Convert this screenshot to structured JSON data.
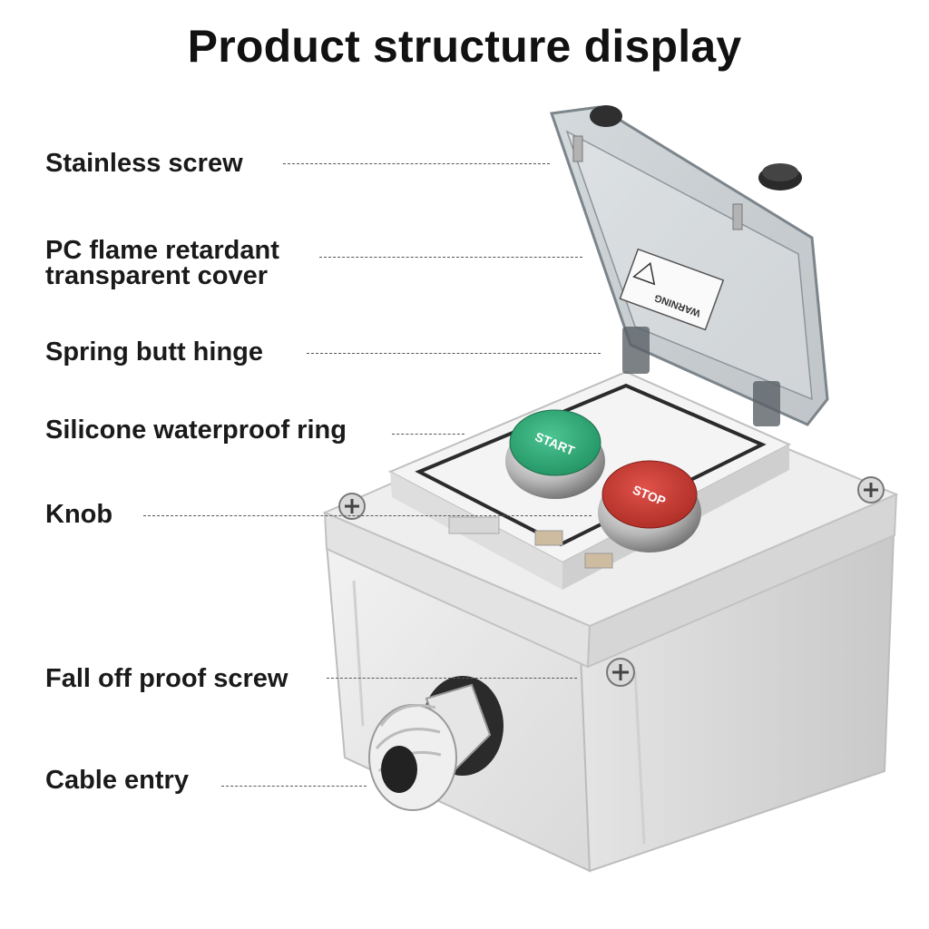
{
  "title": "Product structure display",
  "labels": [
    {
      "lines": [
        "Stainless screw"
      ]
    },
    {
      "lines": [
        "PC flame retardant",
        "transparent cover"
      ]
    },
    {
      "lines": [
        "Spring butt hinge"
      ]
    },
    {
      "lines": [
        "Silicone waterproof ring"
      ]
    },
    {
      "lines": [
        "Knob"
      ]
    },
    {
      "lines": [
        "Fall off proof screw"
      ]
    },
    {
      "lines": [
        "Cable entry"
      ]
    }
  ],
  "buttons": {
    "start": "START",
    "stop": "STOP"
  },
  "cover_sticker": "WARNING",
  "colors": {
    "start": "#2aa372",
    "stop": "#c9362c",
    "housing": "#ececec",
    "cover": "#9ea7ad"
  }
}
